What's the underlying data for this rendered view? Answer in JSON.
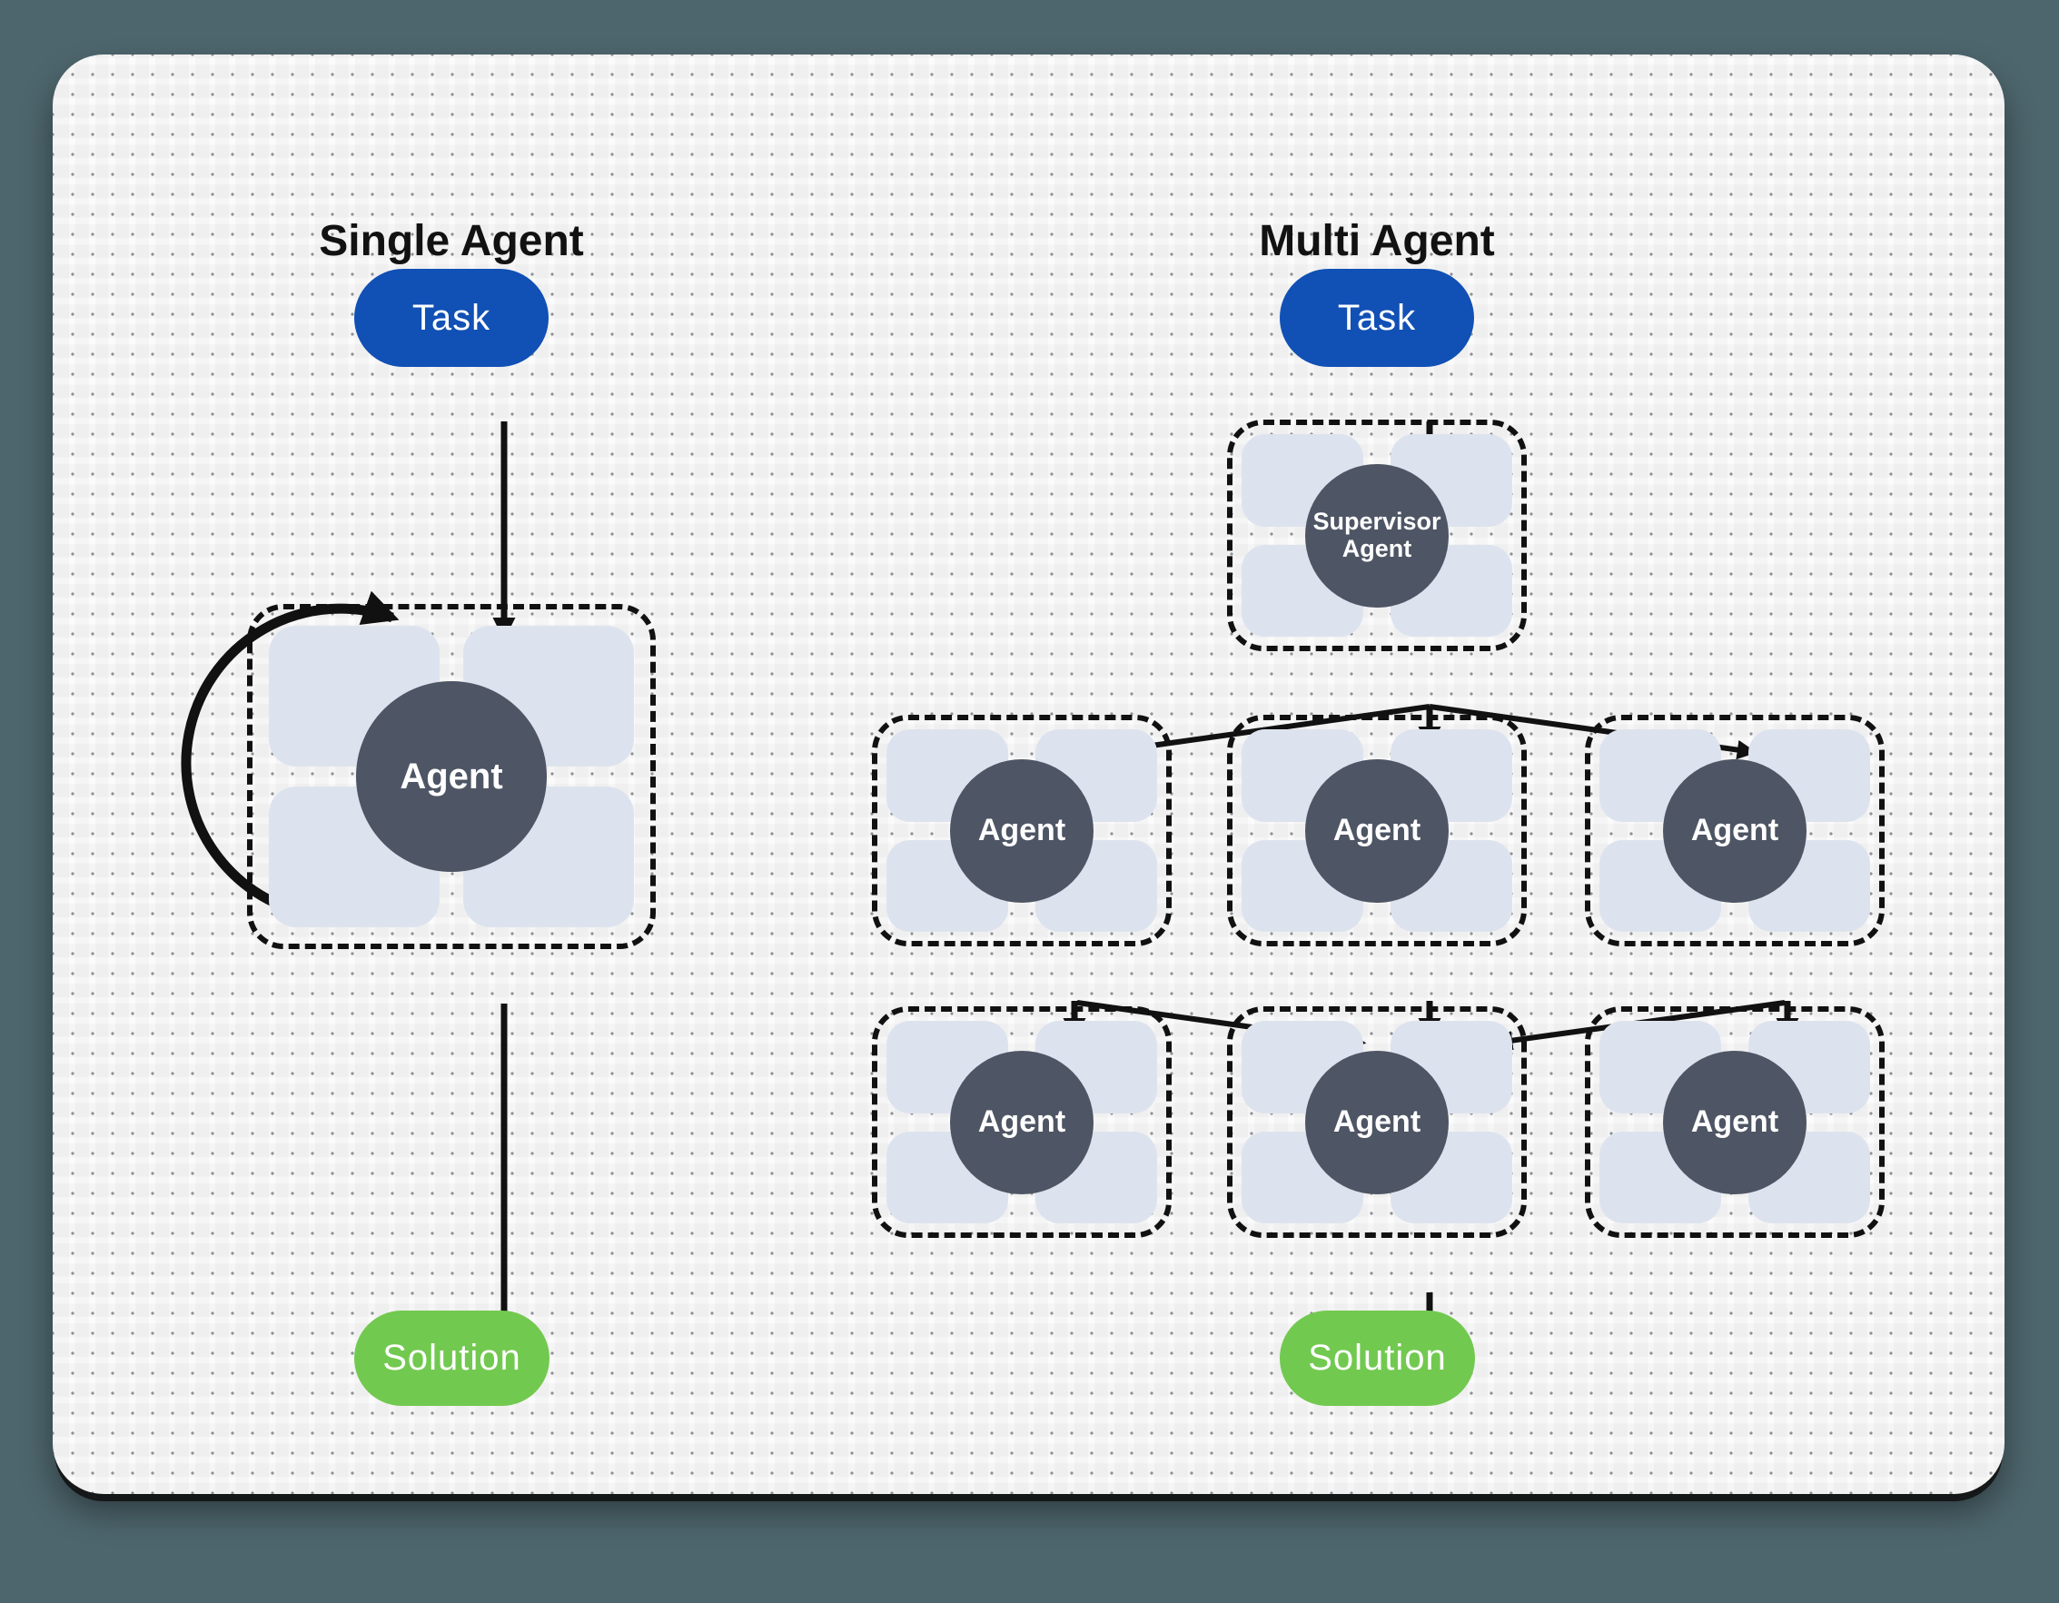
{
  "colors": {
    "outer_bg": "#4d656c",
    "card_bg": "#fbfbfb",
    "dot": "#8f9094",
    "line": "#111111",
    "title_color": "#121212",
    "task_blue": "#1150b5",
    "solution_green": "#72c950",
    "agent_dark": "#4e5564",
    "tile": "#dde3ee"
  },
  "left": {
    "title": "Single Agent",
    "task": "Task",
    "agent": "Agent",
    "solution": "Solution"
  },
  "right": {
    "title": "Multi Agent",
    "task": "Task",
    "supervisor_line1": "Supervisor",
    "supervisor_line2": "Agent",
    "row1": [
      "Agent",
      "Agent",
      "Agent"
    ],
    "row2": [
      "Agent",
      "Agent",
      "Agent"
    ],
    "solution": "Solution"
  }
}
